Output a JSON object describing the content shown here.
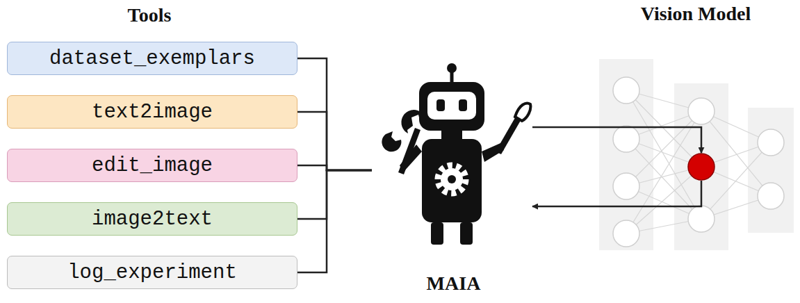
{
  "diagram": {
    "nodes": [
      {
        "text": [
          "dataset_exemplars"
        ]
      },
      {
        "text": [
          "text2image"
        ]
      },
      {
        "text": [
          "edit_image"
        ]
      },
      {
        "text": [
          "image2text"
        ]
      },
      {
        "text": [
          "log_experiment"
        ]
      },
      {
        "text": [
          "MAIA"
        ]
      },
      {
        "text": [
          "Vision Model"
        ]
      }
    ],
    "edges": [
      {
        "from": 0,
        "to": 5,
        "arrow": "none"
      },
      {
        "from": 1,
        "to": 5,
        "arrow": "none"
      },
      {
        "from": 2,
        "to": 5,
        "arrow": "none"
      },
      {
        "from": 3,
        "to": 5,
        "arrow": "none"
      },
      {
        "from": 4,
        "to": 5,
        "arrow": "none"
      },
      {
        "from": 5,
        "to": 6,
        "arrow": "to"
      },
      {
        "from": 6,
        "to": 5,
        "arrow": "to"
      }
    ],
    "labels": [
      "Tools"
    ]
  }
}
